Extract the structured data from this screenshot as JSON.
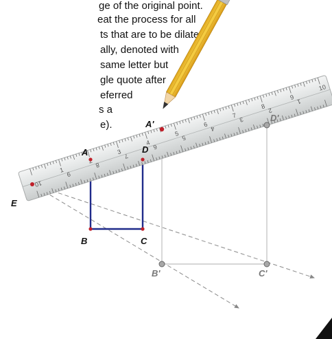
{
  "instruction_text": {
    "lines": [
      "ge of the original point.",
      "eat the process for all",
      "ts that are to be dilated.",
      "ally, denoted with",
      "same letter but",
      "gle quote after",
      "eferred",
      "s a",
      "e)."
    ]
  },
  "points": {
    "center": "E",
    "A": "A",
    "B": "B",
    "C": "C",
    "D": "D",
    "A_prime": "A'",
    "B_prime": "B'",
    "C_prime": "C'",
    "D_prime": "D'"
  },
  "ruler": {
    "upper_scale": [
      "1",
      "2",
      "3",
      "4",
      "5",
      "6",
      "7",
      "8",
      "9",
      "10"
    ],
    "lower_scale": [
      "10",
      "9",
      "8",
      "7",
      "6",
      "5",
      "4",
      "3",
      "2",
      "1"
    ]
  },
  "colors": {
    "square": "#1f2a8a",
    "image_square": "#c8c8c8",
    "dilation_ray": "#7a7a7a",
    "point_red": "#c0202a",
    "ruler_body": "#e8eaea",
    "pencil_body": "#f2c230"
  }
}
